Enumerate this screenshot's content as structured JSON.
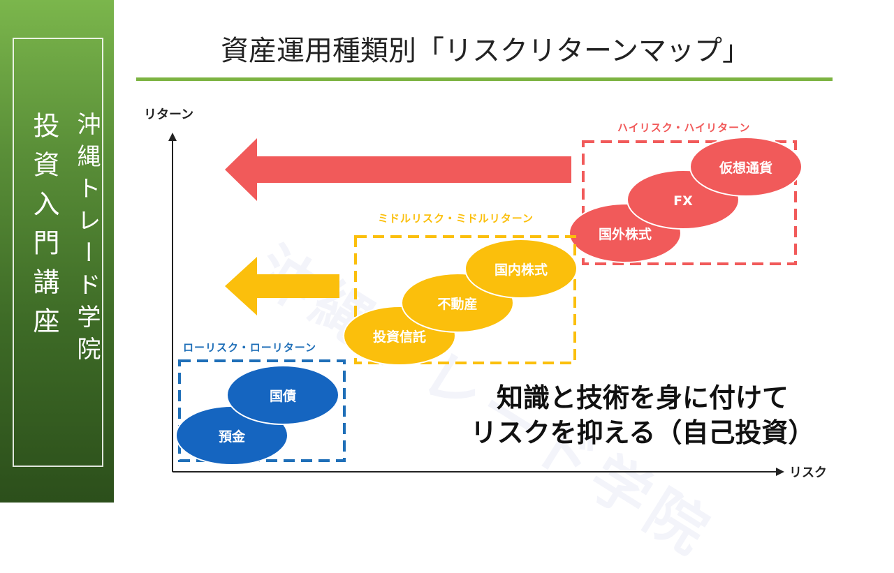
{
  "sidebar": {
    "main_text": "投資入門講座",
    "sub_text": "沖縄トレード学院"
  },
  "title": "資産運用種類別「リスクリターンマップ」",
  "axes": {
    "y_label": "リターン",
    "x_label": "リスク"
  },
  "watermark": "沖縄トレード学院",
  "groups": [
    {
      "label": "ハイリスク・ハイリターン",
      "color": "#f15a5a",
      "items": [
        "国外株式",
        "FX",
        "仮想通貨"
      ]
    },
    {
      "label": "ミドルリスク・ミドルリターン",
      "color": "#fbbf0c",
      "items": [
        "投資信託",
        "不動産",
        "国内株式"
      ]
    },
    {
      "label": "ローリスク・ローリターン",
      "color": "#1f6fb8",
      "items": [
        "預金",
        "国債"
      ]
    }
  ],
  "message": {
    "line1": "知識と技術を身に付けて",
    "line2": "リスクを抑える（自己投資）"
  },
  "colors": {
    "accent_line": "#7cb342",
    "high": "#f15a5a",
    "middle": "#fbbf0c",
    "low": "#1f6fb8",
    "ellipse_low": "#1565c0"
  }
}
